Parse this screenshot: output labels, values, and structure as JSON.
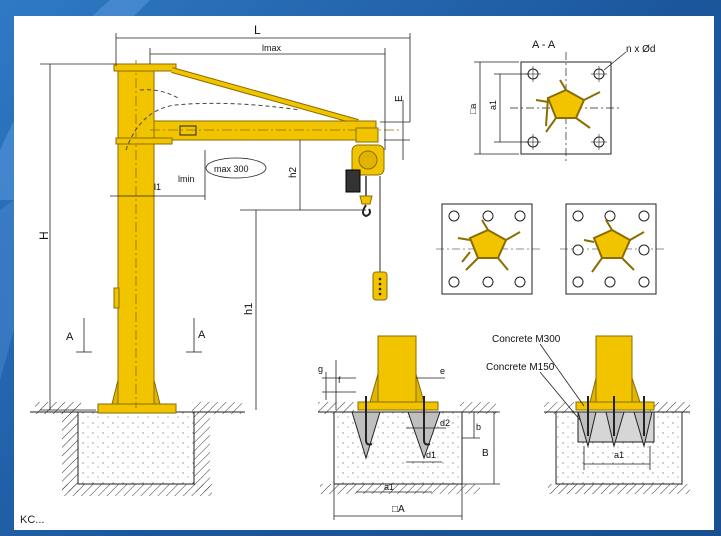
{
  "labels": {
    "L": "L",
    "lmax": "lmax",
    "section": "A - A",
    "nxd": "n x Ød",
    "a_left": "□a",
    "a1_left": "a1",
    "E": "E",
    "H": "H",
    "h2": "h2",
    "h1": "h1",
    "l1": "l1",
    "lmin": "lmin",
    "max300": "max 300",
    "A_left": "A",
    "A_right": "A",
    "g": "g",
    "f": "f",
    "e": "e",
    "d2": "d2",
    "d1": "d1",
    "b": "b",
    "B": "B",
    "a1_bottom": "a1",
    "boxA": "□A",
    "concrete_m300": "Concrete M300",
    "concrete_m150": "Concrete M150",
    "a1_right": "a1"
  },
  "footer": "KC...",
  "colors": {
    "crane_yellow": "#f2c400",
    "crane_outline": "#8a6d00",
    "frame_blue": "#2a6db5",
    "concrete_grey": "#bfbfbf"
  }
}
